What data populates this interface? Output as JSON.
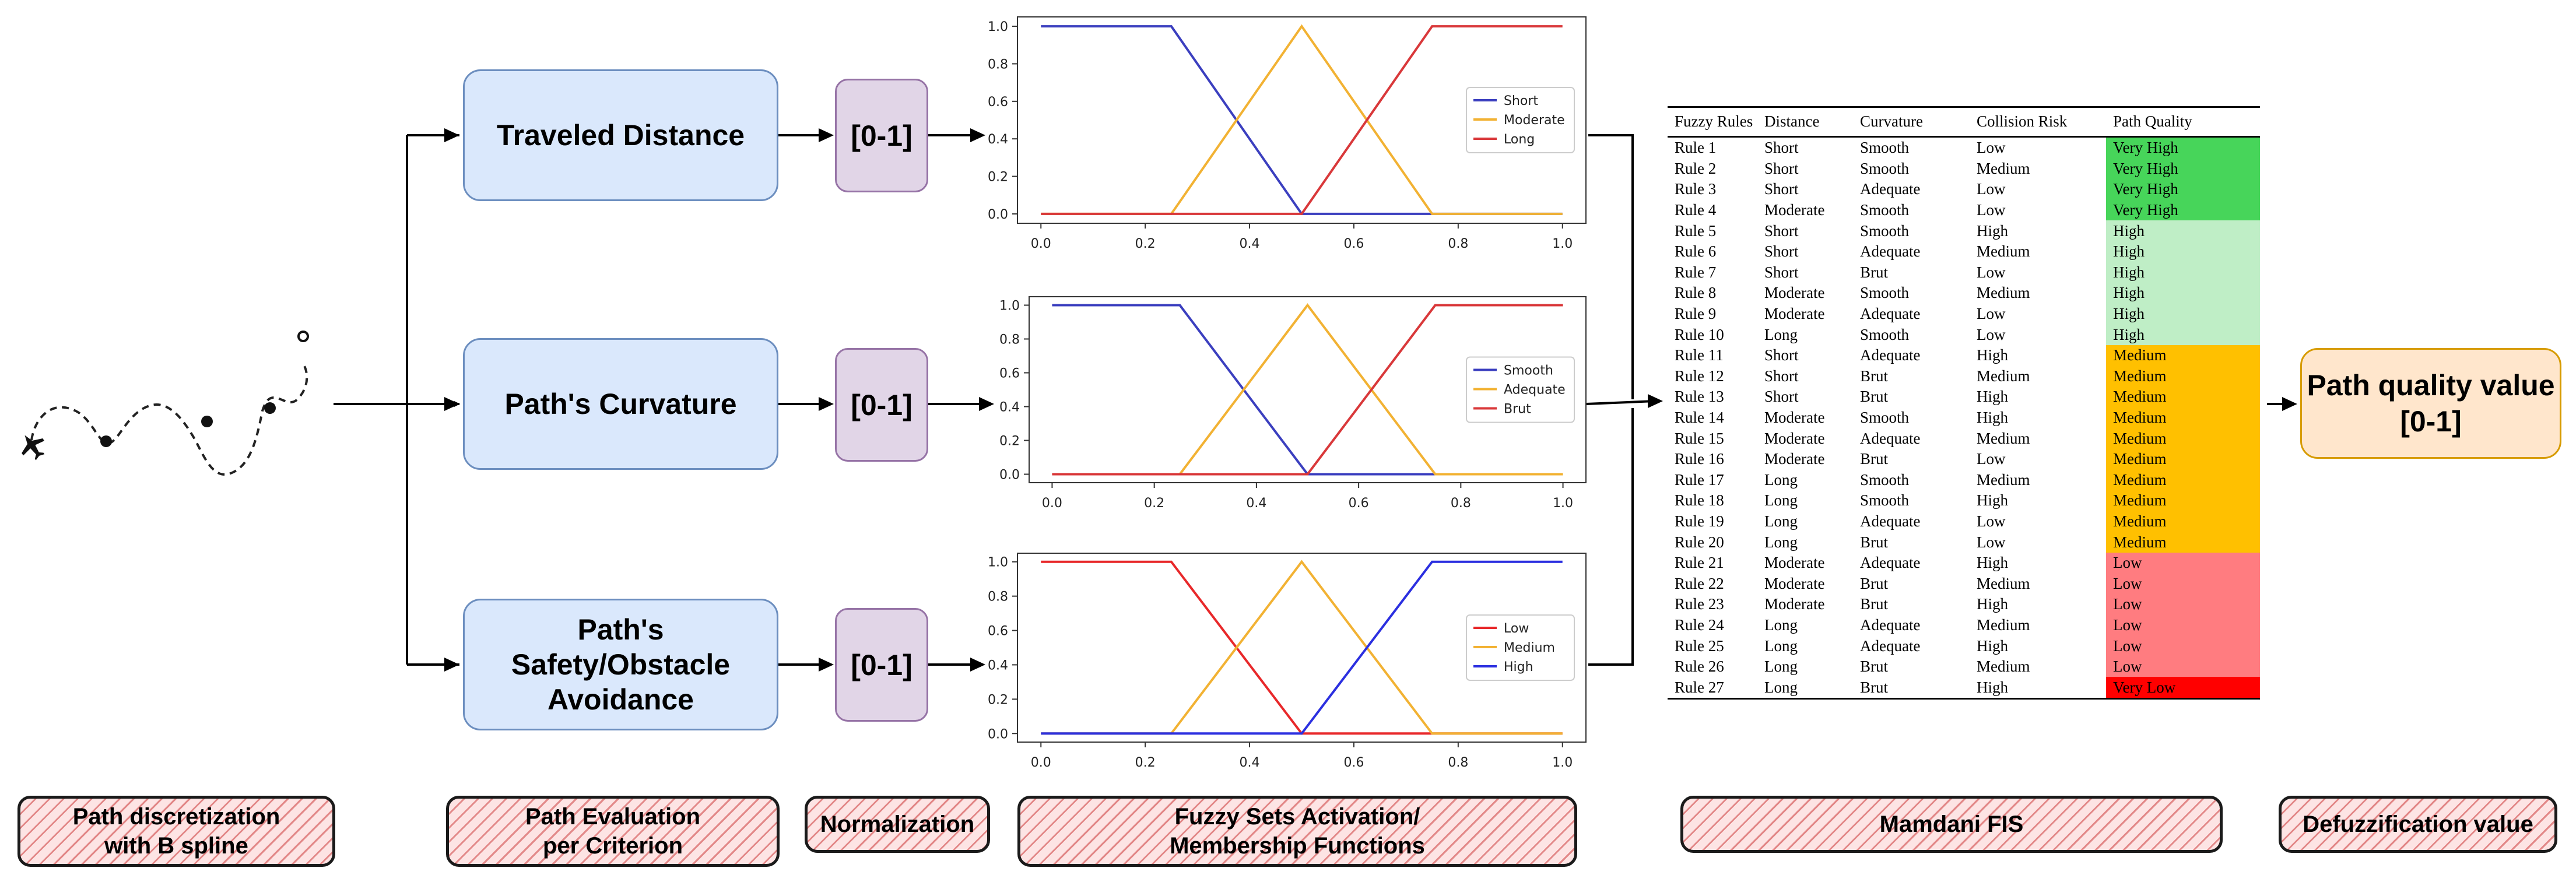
{
  "criteria": {
    "distance": "Traveled Distance",
    "curvature": "Path's Curvature",
    "safety_lines": [
      "Path's",
      "Safety/Obstacle",
      "Avoidance"
    ]
  },
  "normalization_label": "[0-1]",
  "output": {
    "lines": [
      "Path quality value",
      "[0-1]"
    ]
  },
  "stages": {
    "discretization": [
      "Path discretization",
      "with B spline"
    ],
    "evaluation": [
      "Path Evaluation",
      "per Criterion"
    ],
    "normalization": [
      "Normalization"
    ],
    "fuzzy": [
      "Fuzzy Sets Activation/",
      "Membership Functions"
    ],
    "mamdani": [
      "Mamdani FIS"
    ],
    "defuzz": [
      "Defuzzification value"
    ]
  },
  "chart_data": [
    {
      "type": "line",
      "x_ticks": [
        "0.0",
        "0.2",
        "0.4",
        "0.6",
        "0.8",
        "1.0"
      ],
      "y_ticks": [
        "0.0",
        "0.2",
        "0.4",
        "0.6",
        "0.8",
        "1.0"
      ],
      "xlim": [
        0,
        1
      ],
      "ylim": [
        0,
        1
      ],
      "legend_position": "center-right",
      "series": [
        {
          "name": "Short",
          "color": "#3b3fbf",
          "x": [
            0,
            0.25,
            0.5,
            1.0
          ],
          "y": [
            1,
            1,
            0,
            0
          ]
        },
        {
          "name": "Moderate",
          "color": "#f2b233",
          "x": [
            0,
            0.25,
            0.5,
            0.75,
            1.0
          ],
          "y": [
            0,
            0,
            1,
            0,
            0
          ]
        },
        {
          "name": "Long",
          "color": "#d9383a",
          "x": [
            0,
            0.5,
            0.75,
            1.0
          ],
          "y": [
            0,
            0,
            1,
            1
          ]
        }
      ]
    },
    {
      "type": "line",
      "x_ticks": [
        "0.0",
        "0.2",
        "0.4",
        "0.6",
        "0.8",
        "1.0"
      ],
      "y_ticks": [
        "0.0",
        "0.2",
        "0.4",
        "0.6",
        "0.8",
        "1.0"
      ],
      "xlim": [
        0,
        1
      ],
      "ylim": [
        0,
        1
      ],
      "legend_position": "center-right",
      "series": [
        {
          "name": "Smooth",
          "color": "#3b3fbf",
          "x": [
            0,
            0.25,
            0.5,
            0.75
          ],
          "y": [
            1,
            1,
            0,
            0
          ]
        },
        {
          "name": "Adequate",
          "color": "#f2b233",
          "x": [
            0,
            0.25,
            0.5,
            0.75,
            1.0
          ],
          "y": [
            0,
            0,
            1,
            0,
            0
          ]
        },
        {
          "name": "Brut",
          "color": "#d9383a",
          "x": [
            0,
            0.5,
            0.75,
            1.0
          ],
          "y": [
            0,
            0,
            1,
            1
          ]
        }
      ]
    },
    {
      "type": "line",
      "x_ticks": [
        "0.0",
        "0.2",
        "0.4",
        "0.6",
        "0.8",
        "1.0"
      ],
      "y_ticks": [
        "0.0",
        "0.2",
        "0.4",
        "0.6",
        "0.8",
        "1.0"
      ],
      "xlim": [
        0,
        1
      ],
      "ylim": [
        0,
        1
      ],
      "legend_position": "center-right",
      "series": [
        {
          "name": "Low",
          "color": "#e8282a",
          "x": [
            0,
            0.25,
            0.5,
            1.0
          ],
          "y": [
            1,
            1,
            0,
            0
          ]
        },
        {
          "name": "Medium",
          "color": "#f2b233",
          "x": [
            0,
            0.25,
            0.5,
            0.75,
            1.0
          ],
          "y": [
            0,
            0,
            1,
            0,
            0
          ]
        },
        {
          "name": "High",
          "color": "#2b2fe0",
          "x": [
            0,
            0.5,
            0.75,
            1.0
          ],
          "y": [
            0,
            0,
            1,
            1
          ]
        }
      ]
    }
  ],
  "rules_table": {
    "headers": [
      "Fuzzy Rules",
      "Distance",
      "Curvature",
      "Collision Risk",
      "Path Quality"
    ],
    "quality_colors": {
      "Very High": "#47d55a",
      "High": "#bfeec6",
      "Medium": "#ffc000",
      "Low": "#ff7c80",
      "Very Low": "#ff0000"
    },
    "rows": [
      [
        "Rule 1",
        "Short",
        "Smooth",
        "Low",
        "Very High"
      ],
      [
        "Rule 2",
        "Short",
        "Smooth",
        "Medium",
        "Very High"
      ],
      [
        "Rule 3",
        "Short",
        "Adequate",
        "Low",
        "Very High"
      ],
      [
        "Rule 4",
        "Moderate",
        "Smooth",
        "Low",
        "Very High"
      ],
      [
        "Rule 5",
        "Short",
        "Smooth",
        "High",
        "High"
      ],
      [
        "Rule 6",
        "Short",
        "Adequate",
        "Medium",
        "High"
      ],
      [
        "Rule 7",
        "Short",
        "Brut",
        "Low",
        "High"
      ],
      [
        "Rule 8",
        "Moderate",
        "Smooth",
        "Medium",
        "High"
      ],
      [
        "Rule 9",
        "Moderate",
        "Adequate",
        "Low",
        "High"
      ],
      [
        "Rule 10",
        "Long",
        "Smooth",
        "Low",
        "High"
      ],
      [
        "Rule 11",
        "Short",
        "Adequate",
        "High",
        "Medium"
      ],
      [
        "Rule 12",
        "Short",
        "Brut",
        "Medium",
        "Medium"
      ],
      [
        "Rule 13",
        "Short",
        "Brut",
        "High",
        "Medium"
      ],
      [
        "Rule 14",
        "Moderate",
        "Smooth",
        "High",
        "Medium"
      ],
      [
        "Rule 15",
        "Moderate",
        "Adequate",
        "Medium",
        "Medium"
      ],
      [
        "Rule 16",
        "Moderate",
        "Brut",
        "Low",
        "Medium"
      ],
      [
        "Rule 17",
        "Long",
        "Smooth",
        "Medium",
        "Medium"
      ],
      [
        "Rule 18",
        "Long",
        "Smooth",
        "High",
        "Medium"
      ],
      [
        "Rule 19",
        "Long",
        "Adequate",
        "Low",
        "Medium"
      ],
      [
        "Rule 20",
        "Long",
        "Brut",
        "Low",
        "Medium"
      ],
      [
        "Rule 21",
        "Moderate",
        "Adequate",
        "High",
        "Low"
      ],
      [
        "Rule 22",
        "Moderate",
        "Brut",
        "Medium",
        "Low"
      ],
      [
        "Rule 23",
        "Moderate",
        "Brut",
        "High",
        "Low"
      ],
      [
        "Rule 24",
        "Long",
        "Adequate",
        "Medium",
        "Low"
      ],
      [
        "Rule 25",
        "Long",
        "Adequate",
        "High",
        "Low"
      ],
      [
        "Rule 26",
        "Long",
        "Brut",
        "Medium",
        "Low"
      ],
      [
        "Rule 27",
        "Long",
        "Brut",
        "High",
        "Very Low"
      ]
    ]
  }
}
